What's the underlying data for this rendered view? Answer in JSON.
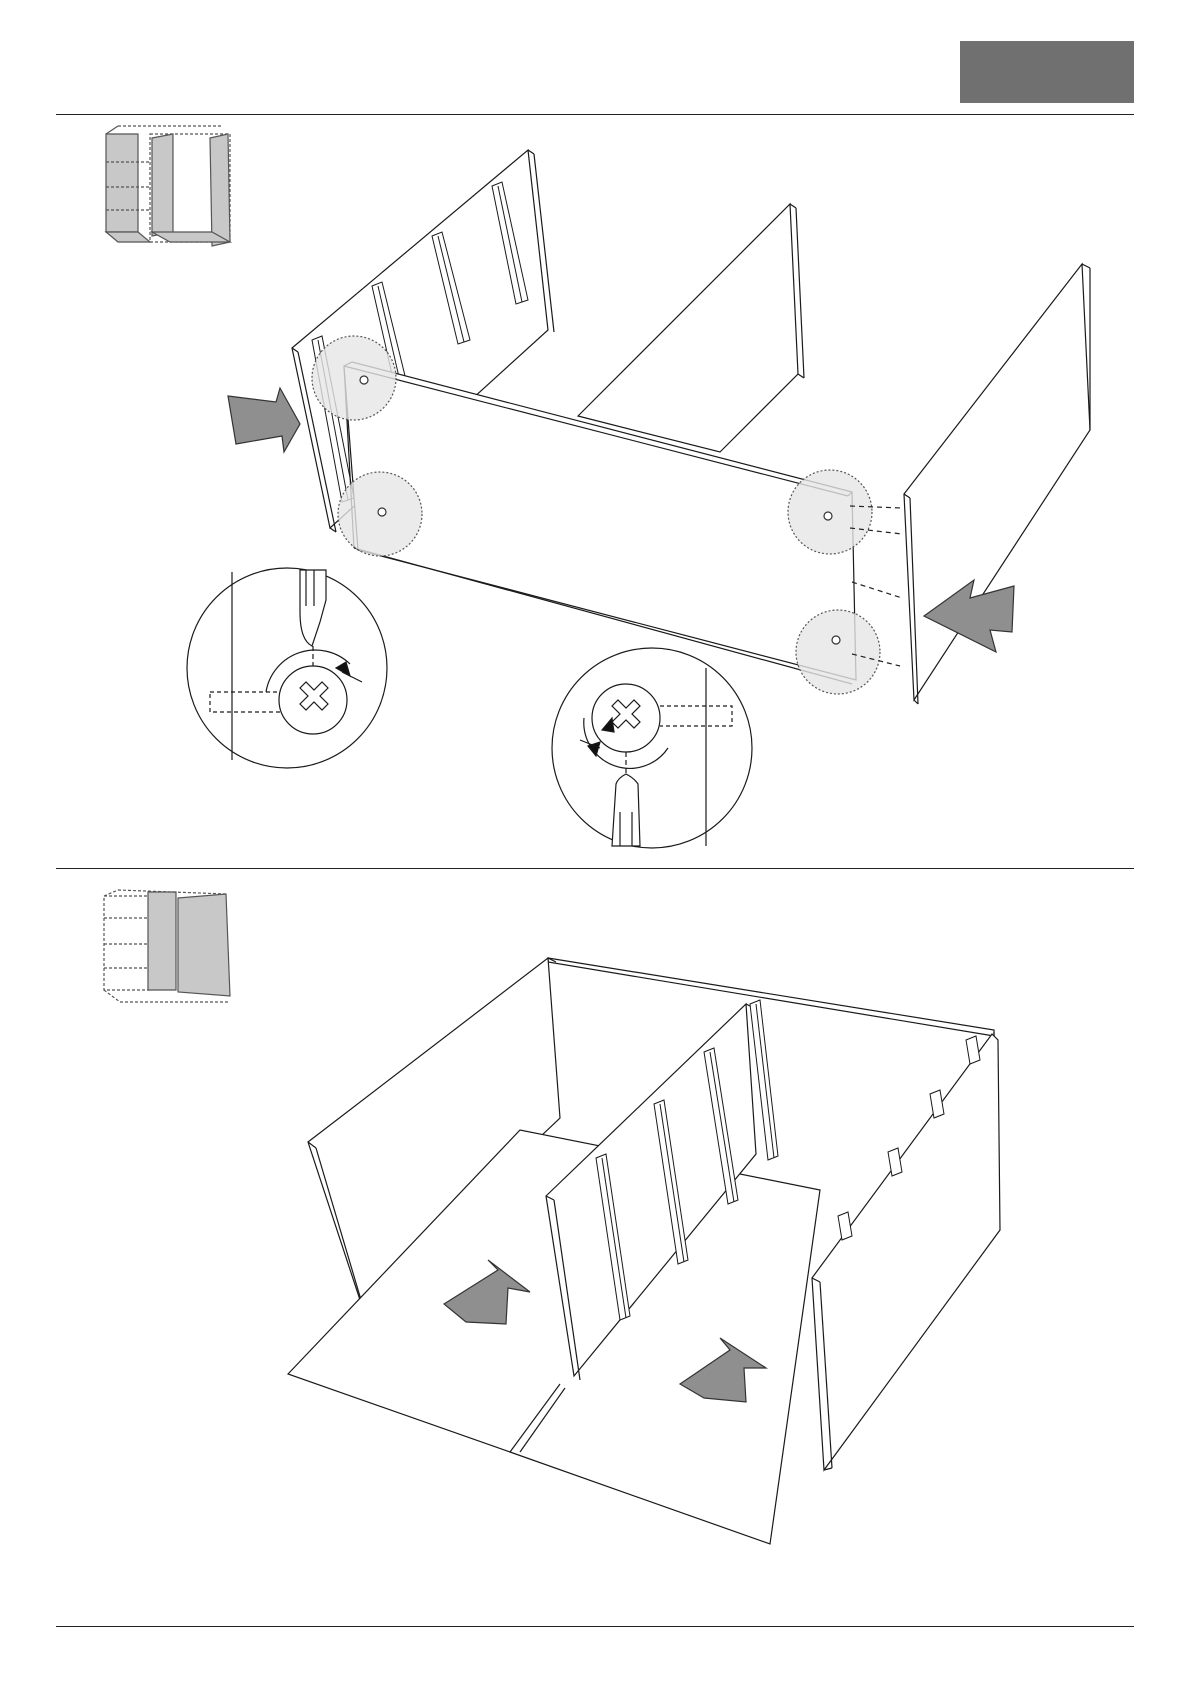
{
  "page": {
    "kind": "assembly-instructions",
    "header_badge_color": "#717071",
    "steps": [
      {
        "id": "step-a",
        "thumbnail_highlight": "left-and-center-panels",
        "callouts": [
          "screw-tighten-clockwise",
          "screw-tighten-counterclockwise"
        ],
        "arrows": 2
      },
      {
        "id": "step-b",
        "thumbnail_highlight": "center-and-right-panels",
        "arrows": 2
      }
    ],
    "colors": {
      "line": "#1a1a1a",
      "arrow_fill": "#8f8f8f",
      "highlight_fill": "#e6e6e6",
      "thumb_fill": "#c8c8c8"
    }
  }
}
